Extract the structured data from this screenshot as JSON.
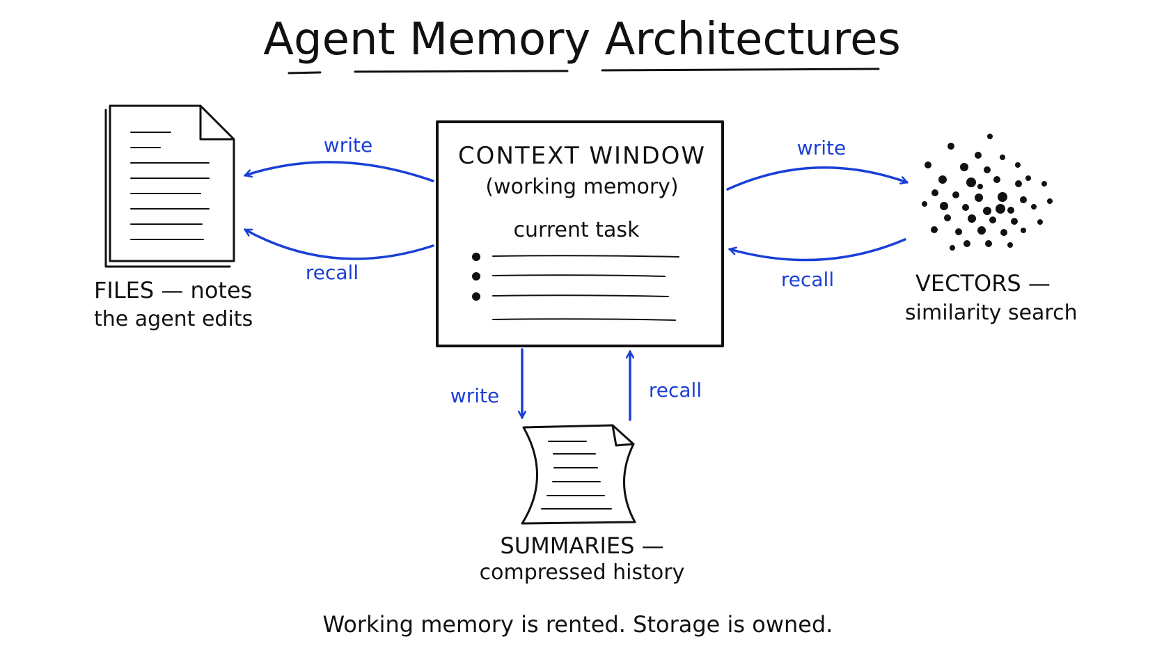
{
  "title": "Agent Memory Architectures",
  "context_window": {
    "heading": "CONTEXT WINDOW",
    "subheading": "(working memory)",
    "task_label": "current task"
  },
  "files": {
    "name": "FILES — notes",
    "desc": "the agent edits",
    "icon": "document-icon"
  },
  "vectors": {
    "name": "VECTORS —",
    "desc": "similarity search",
    "icon": "vector-cloud-icon"
  },
  "summaries": {
    "name": "SUMMARIES —",
    "desc": "compressed history",
    "icon": "scroll-icon"
  },
  "arrows": {
    "files_write": "write",
    "files_recall": "recall",
    "vectors_write": "write",
    "vectors_recall": "recall",
    "summaries_write": "write",
    "summaries_recall": "recall"
  },
  "footer": "Working memory is rented. Storage is owned.",
  "colors": {
    "ink": "#111111",
    "accent": "#1a3fd6"
  }
}
